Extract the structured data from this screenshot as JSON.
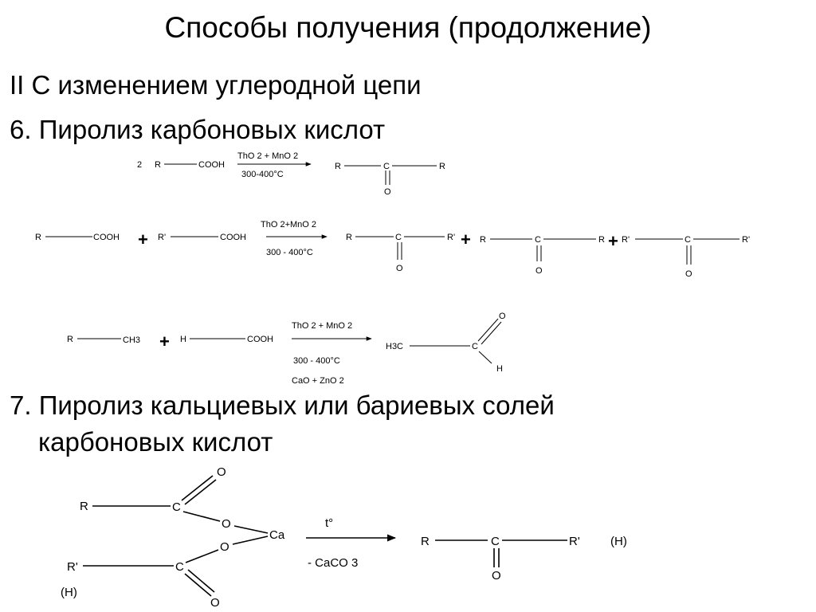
{
  "slide": {
    "title": "Способы получения (продолжение)",
    "line1": "II С изменением углеродной цепи",
    "line2": "6. Пиролиз карбоновых кислот",
    "line3": "7. Пиролиз кальциевых или бариевых солей",
    "line4": "карбоновых кислот"
  },
  "reactions": {
    "r1": {
      "coef": "2",
      "r": "R",
      "cooh": "COOH",
      "cat": "ThO 2 + MnO 2",
      "temp": "300-400°C",
      "p_r1": "R",
      "p_c": "C",
      "p_r2": "R",
      "p_o": "O"
    },
    "r2": {
      "r": "R",
      "cooh1": "COOH",
      "plus1": "+",
      "rp": "R'",
      "cooh2": "COOH",
      "cat": "ThO 2+MnO 2",
      "temp": "300 - 400°C",
      "p1_r": "R",
      "p1_c": "C",
      "p1_rp": "R'",
      "p1_o": "O",
      "plus2": "+",
      "p2_r": "R",
      "p2_c": "C",
      "p2_r2": "R",
      "p2_o": "O",
      "plus3": "+",
      "p3_rp": "R'",
      "p3_c": "C",
      "p3_rp2": "R'",
      "p3_o": "O"
    },
    "r3": {
      "r": "R",
      "ch3": "CH3",
      "plus": "+",
      "h": "H",
      "cooh": "COOH",
      "cat1": "ThO 2 + MnO 2",
      "temp": "300 - 400°C",
      "cat2": "CaO + ZnO 2",
      "p_h3c": "H3C",
      "p_c": "C",
      "p_o": "O",
      "p_h": "H"
    },
    "r4": {
      "r": "R",
      "rp": "R'",
      "h_alt": "(H)",
      "c1": "C",
      "o1": "O",
      "o2": "O",
      "c2": "C",
      "o3": "O",
      "o4": "O",
      "ca": "Ca",
      "cond_top": "t°",
      "cond_bottom": "- CaCO 3",
      "p_r": "R",
      "p_c": "C",
      "p_rp": "R'",
      "p_h": "(H)",
      "p_o": "O"
    }
  }
}
